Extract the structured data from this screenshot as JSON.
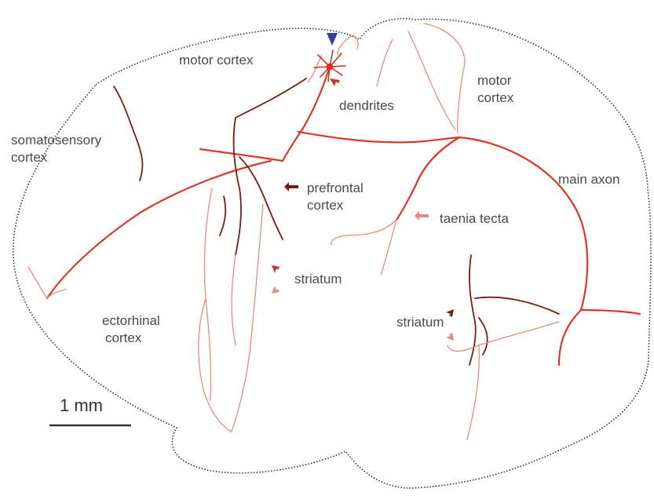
{
  "labels": {
    "motor_cortex_left": "motor cortex",
    "motor_cortex_right_1": "motor",
    "motor_cortex_right_2": "cortex",
    "dendrites": "dendrites",
    "somatosensory_1": "somatosensory",
    "somatosensory_2": "cortex",
    "prefrontal_1": "prefrontal",
    "prefrontal_2": "cortex",
    "main_axon": "main axon",
    "taenia_tecta": "taenia tecta",
    "striatum_left": "striatum",
    "striatum_right": "striatum",
    "ectorhinal_1": "ectorhinal",
    "ectorhinal_2": "cortex",
    "scale_bar": "1 mm"
  },
  "colors": {
    "outline": "#333333",
    "main_axon": "#d8392b",
    "dark_branch": "#7a1c14",
    "light_branch": "#ec8a80",
    "soma": "#e02a1a",
    "arrowhead_marker": "#2f3fa8",
    "arrow_dark": "#7a1c14",
    "arrow_mid": "#c0392b",
    "arrow_light": "#e9877e"
  },
  "icons": {
    "soma_marker": "blue-triangle-marker-icon",
    "annotation_arrow": "arrow-icon"
  }
}
